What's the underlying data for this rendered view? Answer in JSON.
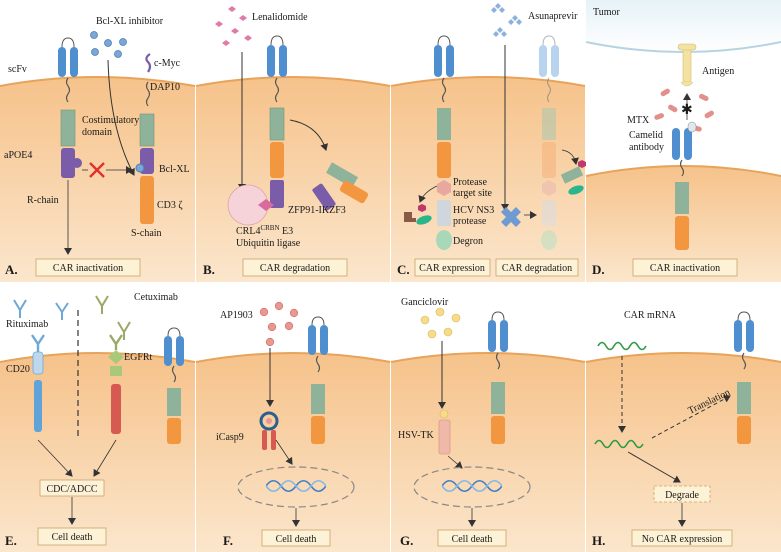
{
  "colors": {
    "cytoplasm": "#f6c792",
    "membrane": "#e8a35a",
    "receptor_blue": "#4f8fcf",
    "receptor_dark": "#2f6aa8",
    "costim_green": "#8fb39a",
    "cd3_orange": "#f29640",
    "purple": "#7a5ca8",
    "pink_drug": "#e07aa6",
    "blue_drug": "#7aa7d6",
    "red_drug": "#e2706e",
    "yellow_drug": "#f3d36a",
    "box_fill": "#fdf1d6",
    "box_stroke": "#c9a46a"
  },
  "panels": {
    "A": {
      "letter": "A.",
      "drug": "Bcl-XL inhibitor",
      "scfv": "scFv",
      "cmyc": "c-Myc",
      "dap10": "DAP10",
      "costim": "Costimulatory domain",
      "apoe4": "aPOE4",
      "bclxl": "Bcl-XL",
      "rchain": "R-chain",
      "cd3": "CD3 ζ",
      "schain": "S-chain",
      "outcome": "CAR inactivation"
    },
    "B": {
      "letter": "B.",
      "drug": "Lenalidomide",
      "e3_line1_prefix": "CRL4",
      "e3_line1_sup": "CRBN",
      "e3_line1_suffix": " E3",
      "e3_line2": "Ubiquitin ligase",
      "zfp": "ZFP91-IKZF3",
      "outcome": "CAR degradation"
    },
    "C": {
      "letter": "C.",
      "drug": "Asunaprevir",
      "protease_site_line1": "Protease",
      "protease_site_line2": "target site",
      "hcv_line1": "HCV NS3",
      "hcv_line2": "protease",
      "degron": "Degron",
      "outcome_left": "CAR expression",
      "outcome_right": "CAR degradation"
    },
    "D": {
      "letter": "D.",
      "tumor": "Tumor",
      "antigen": "Antigen",
      "mtx": "MTX",
      "camelid_line1": "Camelid",
      "camelid_line2": "antibody",
      "outcome": "CAR inactivation"
    },
    "E": {
      "letter": "E.",
      "rituximab": "Rituximab",
      "cetuximab": "Cetuximab",
      "cd20": "CD20",
      "egfrt": "EGFRt",
      "mid": "CDC/ADCC",
      "outcome": "Cell death"
    },
    "F": {
      "letter": "F.",
      "drug": "AP1903",
      "icasp9": "iCasp9",
      "outcome": "Cell death"
    },
    "G": {
      "letter": "G.",
      "drug": "Ganciclovir",
      "hsvtk": "HSV-TK",
      "outcome": "Cell death"
    },
    "H": {
      "letter": "H.",
      "mrna": "CAR mRNA",
      "translation": "Translation",
      "mid": "Degrade",
      "outcome": "No CAR expression"
    }
  }
}
